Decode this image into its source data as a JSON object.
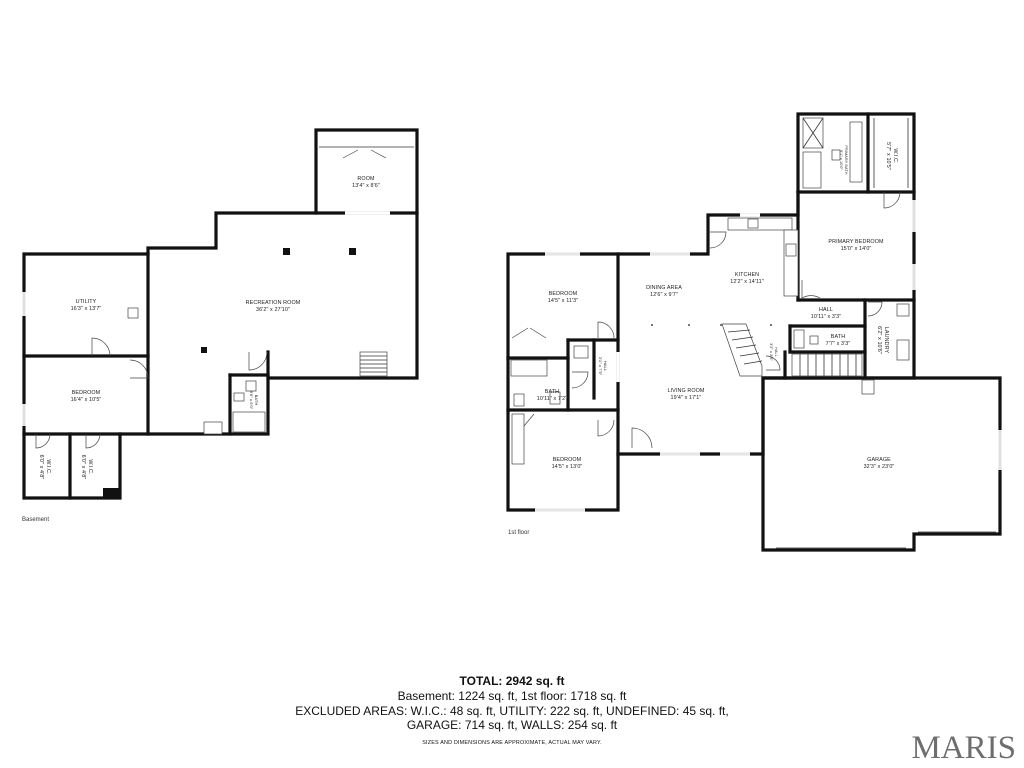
{
  "floors": [
    {
      "name": "Basement",
      "rooms": [
        {
          "id": "room",
          "name": "ROOM",
          "dims": "13'4\" x 8'6\""
        },
        {
          "id": "recreation",
          "name": "RECREATION ROOM",
          "dims": "36'2\" x 27'10\""
        },
        {
          "id": "utility",
          "name": "UTILITY",
          "dims": "16'3\" x 13'7\""
        },
        {
          "id": "bedroom",
          "name": "BEDROOM",
          "dims": "16'4\" x 10'5\""
        },
        {
          "id": "wic1",
          "name": "W.I.C.",
          "dims": "6'0\" x 4'8\""
        },
        {
          "id": "wic2",
          "name": "W.I.C.",
          "dims": "6'0\" x 4'8\""
        },
        {
          "id": "bath",
          "name": "BATH",
          "dims": "8'6\" x 5'0\""
        }
      ]
    },
    {
      "name": "1st floor",
      "rooms": [
        {
          "id": "bedroom1",
          "name": "BEDROOM",
          "dims": "14'5\" x 11'3\""
        },
        {
          "id": "dining",
          "name": "DINING AREA",
          "dims": "12'6\" x 9'7\""
        },
        {
          "id": "kitchen",
          "name": "KITCHEN",
          "dims": "12'2\" x 14'11\""
        },
        {
          "id": "primary_bedroom",
          "name": "PRIMARY BEDROOM",
          "dims": "15'0\" x 14'0\""
        },
        {
          "id": "primary_bath",
          "name": "PRIMARY BATH",
          "dims": "9'1\" x 10'0\""
        },
        {
          "id": "wic",
          "name": "W.I.C.",
          "dims": "5'7\" x 10'5\""
        },
        {
          "id": "hall_main",
          "name": "HALL",
          "dims": "10'11\" x 3'3\""
        },
        {
          "id": "laundry",
          "name": "LAUNDRY",
          "dims": "6'2\" x 10'6\""
        },
        {
          "id": "bath_half",
          "name": "BATH",
          "dims": "7'7\" x 3'3\""
        },
        {
          "id": "hall_small",
          "name": "HALL",
          "dims": "3'2\" x 3'5\""
        },
        {
          "id": "hall_bed",
          "name": "HALL",
          "dims": "3'1\" x 7'5\""
        },
        {
          "id": "bath_full",
          "name": "BATH",
          "dims": "10'11\" x 7'2\""
        },
        {
          "id": "living",
          "name": "LIVING ROOM",
          "dims": "19'4\" x 17'1\""
        },
        {
          "id": "bedroom2",
          "name": "BEDROOM",
          "dims": "14'5\" x 13'0\""
        },
        {
          "id": "garage",
          "name": "GARAGE",
          "dims": "32'3\" x 23'0\""
        }
      ]
    }
  ],
  "summary": {
    "total": "TOTAL: 2942 sq. ft",
    "line1": "Basement: 1224 sq. ft, 1st floor: 1718 sq. ft",
    "line2": "EXCLUDED AREAS: W.I.C.: 48 sq. ft, UTILITY: 222 sq. ft, UNDEFINED: 45 sq. ft,",
    "line3": "GARAGE: 714 sq. ft, WALLS: 254 sq. ft",
    "note": "SIZES AND DIMENSIONS ARE APPROXIMATE, ACTUAL MAY VARY."
  },
  "brand": "MARIS"
}
